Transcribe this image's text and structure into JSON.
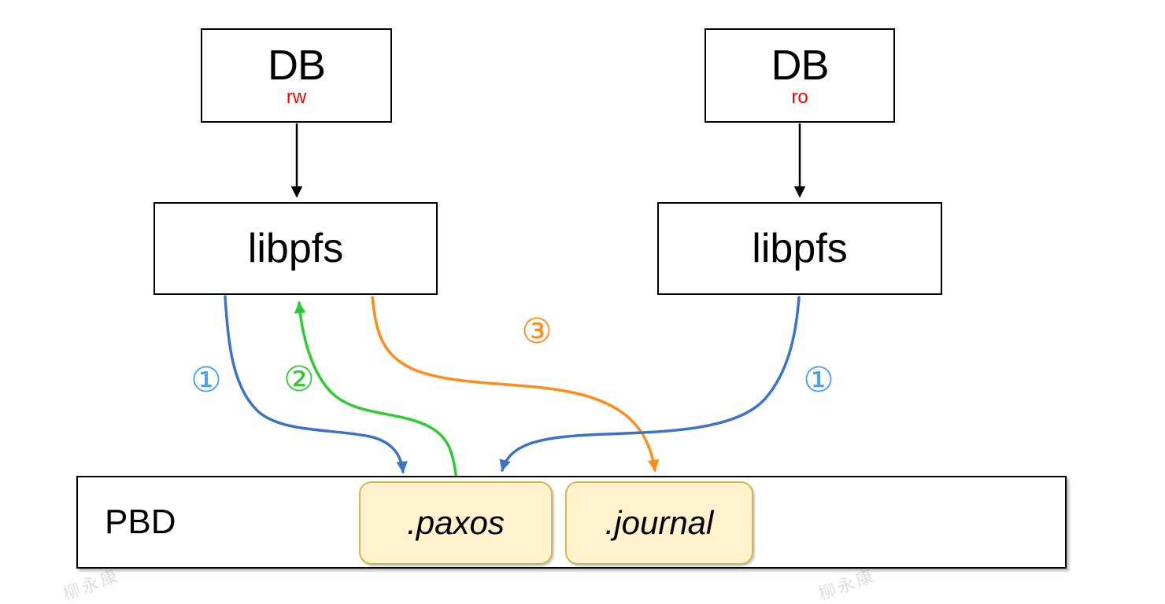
{
  "diagram": {
    "nodes": {
      "db_left": {
        "label": "DB",
        "mode": "rw"
      },
      "db_right": {
        "label": "DB",
        "mode": "ro"
      },
      "libpfs_left": {
        "label": "libpfs"
      },
      "libpfs_right": {
        "label": "libpfs"
      },
      "pbd": {
        "label": "PBD"
      },
      "paxos": {
        "label": ".paxos"
      },
      "journal": {
        "label": ".journal"
      }
    },
    "edge_labels": {
      "one_left": "①",
      "two": "②",
      "three": "③",
      "one_right": "①"
    },
    "edges": [
      {
        "label": "①",
        "color": "#3B73C8",
        "from": "libpfs_left",
        "to": ".paxos"
      },
      {
        "label": "②",
        "color": "#2FCC2F",
        "from": ".paxos",
        "to": "libpfs_left"
      },
      {
        "label": "③",
        "color": "#FF8C1A",
        "from": "libpfs_left",
        "to": ".journal"
      },
      {
        "label": "①",
        "color": "#3B73C8",
        "from": "libpfs_right",
        "to": ".paxos"
      },
      {
        "label": "",
        "color": "#000000",
        "from": "db_left",
        "to": "libpfs_left"
      },
      {
        "label": "",
        "color": "#000000",
        "from": "db_right",
        "to": "libpfs_right"
      }
    ],
    "colors": {
      "edge_blue": "#3B73C8",
      "label_blue": "#42A0FF",
      "green": "#2FCC2F",
      "orange": "#FF8C1A",
      "red": "#FF0000",
      "file_fill": "#FFF2CC",
      "file_border": "#D6B656",
      "black": "#000000"
    },
    "watermark": "柳永康"
  }
}
